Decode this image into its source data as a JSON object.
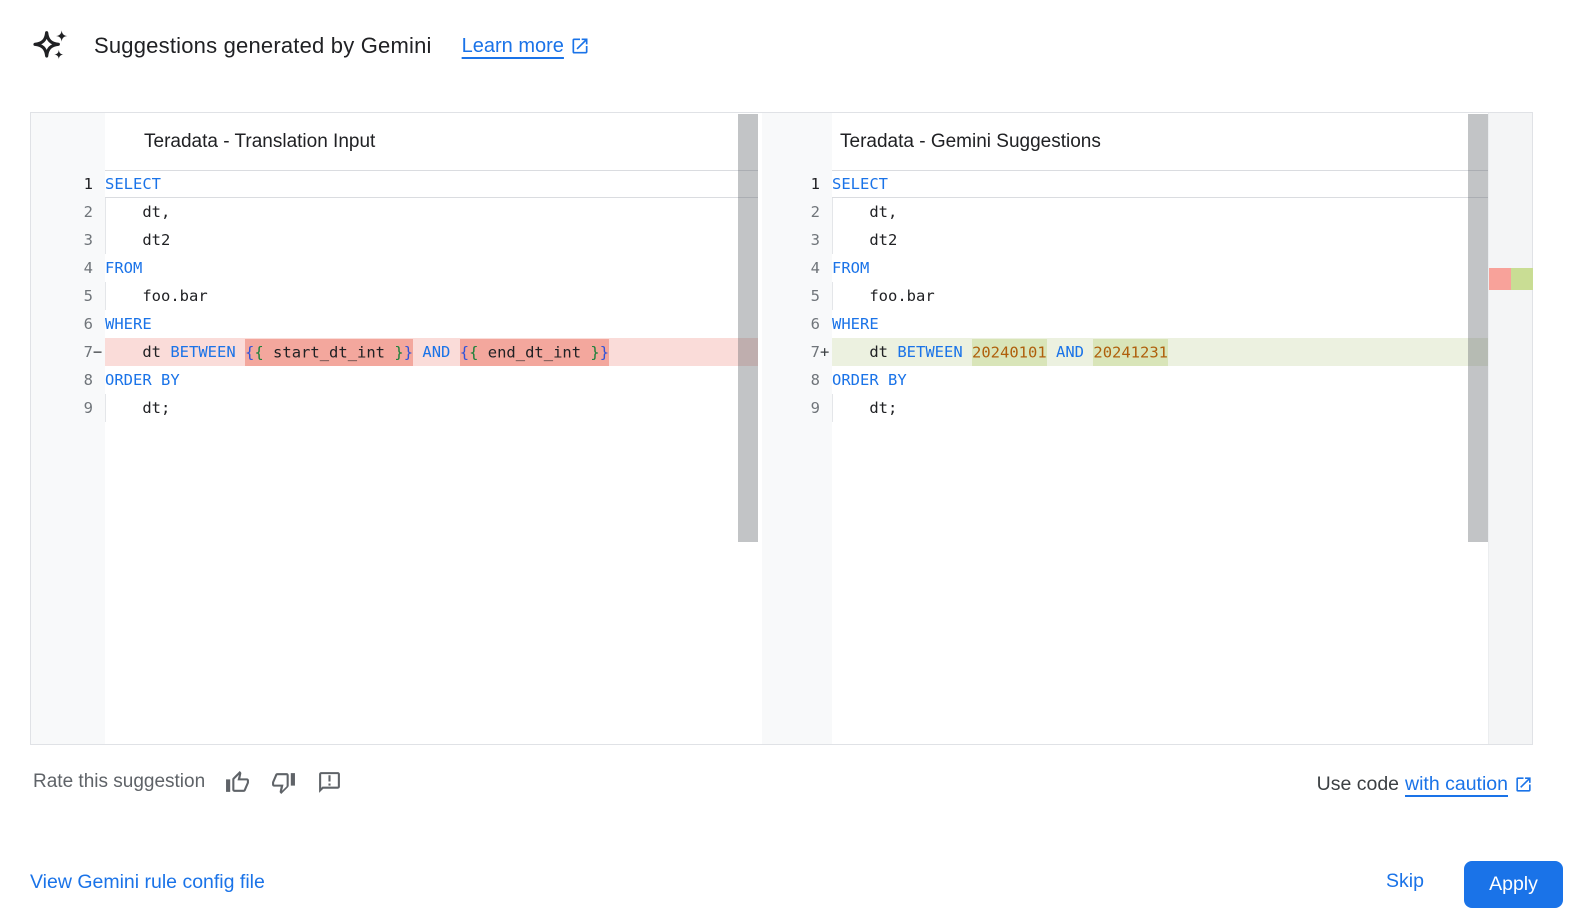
{
  "header": {
    "title": "Suggestions generated by Gemini",
    "learn_more_label": "Learn more"
  },
  "colors": {
    "accent_blue": "#1a73e8",
    "keyword": "#1a73e8",
    "number_literal": "#af5f0b",
    "removed_line_bg": "#fadcd9",
    "removed_token_bg": "#f3a79d",
    "added_line_bg": "#ecf1e0",
    "added_token_bg": "#d9e5b9",
    "overview_removed": "#f8a29a",
    "overview_added": "#c9dd94",
    "gutter_bg": "#f8f9fa"
  },
  "panels": [
    {
      "title": "Teradata - Translation Input",
      "diff_kind": "removed",
      "lines": [
        {
          "n": "1",
          "sign": "",
          "active": true,
          "segs": [
            {
              "t": "SELECT",
              "c": "kw"
            }
          ]
        },
        {
          "n": "2",
          "sign": "",
          "indent": true,
          "segs": [
            {
              "t": "    dt,",
              "c": "pl"
            }
          ]
        },
        {
          "n": "3",
          "sign": "",
          "indent": true,
          "segs": [
            {
              "t": "    dt2",
              "c": "pl"
            }
          ]
        },
        {
          "n": "4",
          "sign": "",
          "segs": [
            {
              "t": "FROM",
              "c": "kw"
            }
          ]
        },
        {
          "n": "5",
          "sign": "",
          "indent": true,
          "segs": [
            {
              "t": "    foo.bar",
              "c": "pl"
            }
          ]
        },
        {
          "n": "6",
          "sign": "",
          "segs": [
            {
              "t": "WHERE",
              "c": "kw"
            }
          ]
        },
        {
          "n": "7",
          "sign": "−",
          "diffline": true,
          "segs": [
            {
              "t": "    ",
              "c": "pl"
            },
            {
              "t": "dt",
              "c": "pl"
            },
            {
              "t": " ",
              "c": "pl"
            },
            {
              "t": "BETWEEN",
              "c": "kw"
            },
            {
              "t": " ",
              "c": "pl"
            },
            {
              "t": "{",
              "c": "bl hl"
            },
            {
              "t": "{",
              "c": "gr hl"
            },
            {
              "t": " start_dt_int ",
              "c": "pl hl"
            },
            {
              "t": "}",
              "c": "gr hl"
            },
            {
              "t": "}",
              "c": "bl hl"
            },
            {
              "t": " ",
              "c": "pl"
            },
            {
              "t": "AND",
              "c": "kw"
            },
            {
              "t": " ",
              "c": "pl"
            },
            {
              "t": "{",
              "c": "bl hl"
            },
            {
              "t": "{",
              "c": "gr hl"
            },
            {
              "t": " end_dt_int ",
              "c": "pl hl"
            },
            {
              "t": "}",
              "c": "gr hl"
            },
            {
              "t": "}",
              "c": "bl hl"
            }
          ]
        },
        {
          "n": "8",
          "sign": "",
          "segs": [
            {
              "t": "ORDER BY",
              "c": "kw"
            }
          ]
        },
        {
          "n": "9",
          "sign": "",
          "indent": true,
          "segs": [
            {
              "t": "    dt;",
              "c": "pl"
            }
          ]
        }
      ]
    },
    {
      "title": "Teradata - Gemini Suggestions",
      "diff_kind": "added",
      "overview_marker": true,
      "lines": [
        {
          "n": "1",
          "sign": "",
          "active": true,
          "segs": [
            {
              "t": "SELECT",
              "c": "kw"
            }
          ]
        },
        {
          "n": "2",
          "sign": "",
          "indent": true,
          "segs": [
            {
              "t": "    dt,",
              "c": "pl"
            }
          ]
        },
        {
          "n": "3",
          "sign": "",
          "indent": true,
          "segs": [
            {
              "t": "    dt2",
              "c": "pl"
            }
          ]
        },
        {
          "n": "4",
          "sign": "",
          "segs": [
            {
              "t": "FROM",
              "c": "kw"
            }
          ]
        },
        {
          "n": "5",
          "sign": "",
          "indent": true,
          "segs": [
            {
              "t": "    foo.bar",
              "c": "pl"
            }
          ]
        },
        {
          "n": "6",
          "sign": "",
          "segs": [
            {
              "t": "WHERE",
              "c": "kw"
            }
          ]
        },
        {
          "n": "7",
          "sign": "+",
          "diffline": true,
          "segs": [
            {
              "t": "    ",
              "c": "pl"
            },
            {
              "t": "dt",
              "c": "pl"
            },
            {
              "t": " ",
              "c": "pl"
            },
            {
              "t": "BETWEEN",
              "c": "kw"
            },
            {
              "t": " ",
              "c": "pl"
            },
            {
              "t": "20240101",
              "c": "num hl"
            },
            {
              "t": " ",
              "c": "pl"
            },
            {
              "t": "AND",
              "c": "kw"
            },
            {
              "t": " ",
              "c": "pl"
            },
            {
              "t": "20241231",
              "c": "num hl"
            }
          ]
        },
        {
          "n": "8",
          "sign": "",
          "segs": [
            {
              "t": "ORDER BY",
              "c": "kw"
            }
          ]
        },
        {
          "n": "9",
          "sign": "",
          "indent": true,
          "segs": [
            {
              "t": "    dt;",
              "c": "pl"
            }
          ]
        }
      ]
    }
  ],
  "footer": {
    "rate_label": "Rate this suggestion",
    "use_code_prefix": "Use code",
    "use_code_link": "with caution"
  },
  "actions": {
    "view_config": "View Gemini rule config file",
    "skip": "Skip",
    "apply": "Apply"
  }
}
